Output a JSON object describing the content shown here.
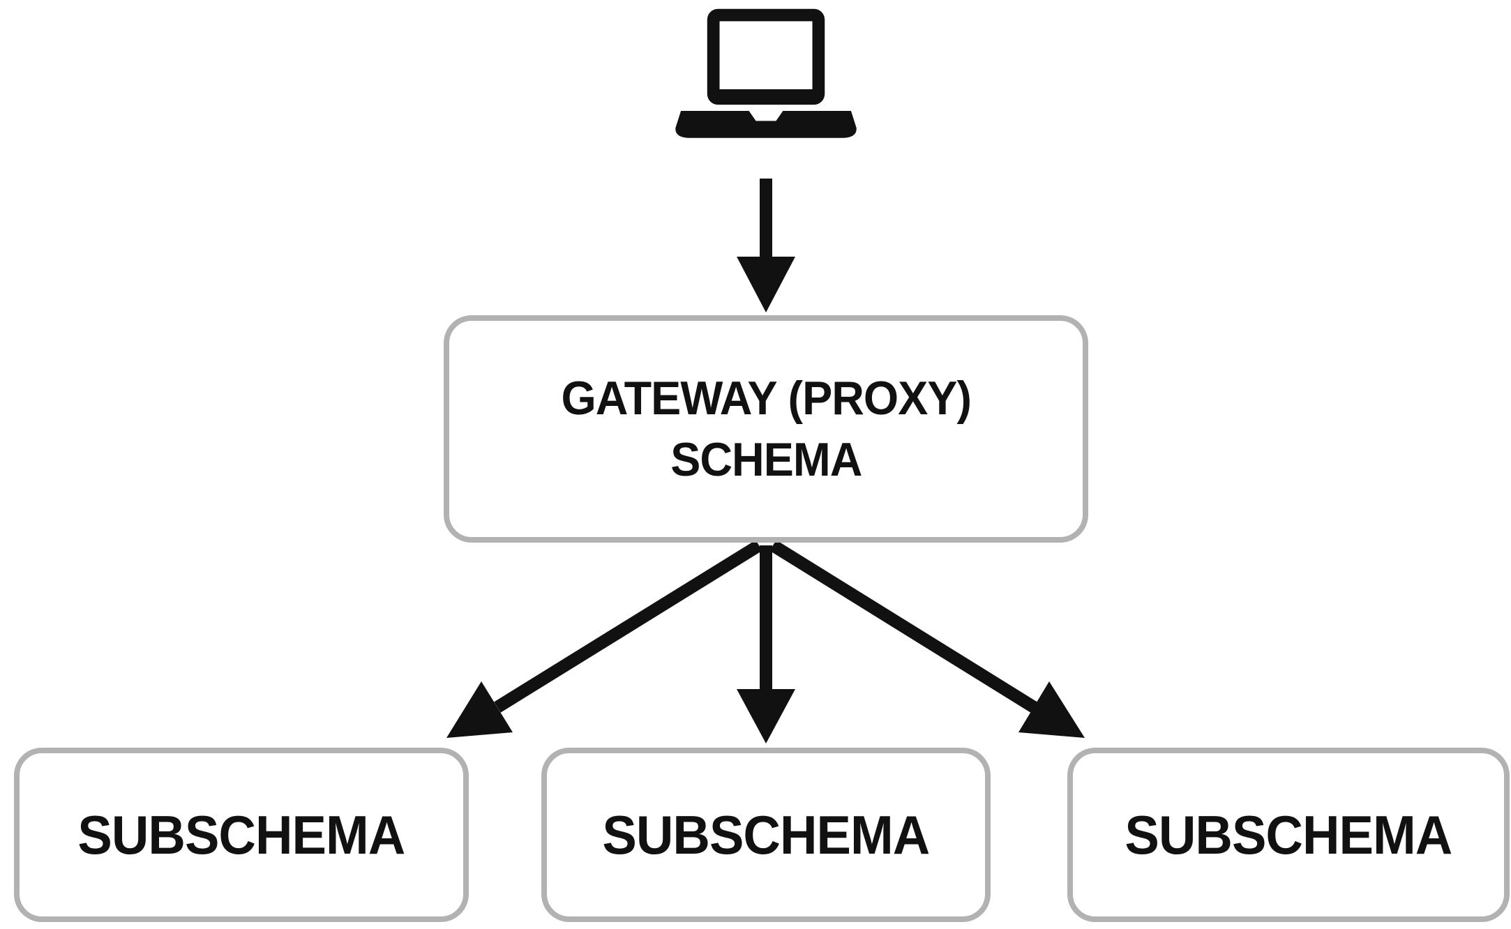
{
  "diagram": {
    "title": "Gateway proxy schema diagram",
    "client": {
      "icon": "laptop-icon"
    },
    "gateway": {
      "line1": "GATEWAY (PROXY)",
      "line2": "SCHEMA"
    },
    "subschemas": [
      {
        "label": "SUBSCHEMA"
      },
      {
        "label": "SUBSCHEMA"
      },
      {
        "label": "SUBSCHEMA"
      }
    ],
    "connections": [
      {
        "from": "client",
        "to": "gateway"
      },
      {
        "from": "gateway",
        "to": "subschema-1"
      },
      {
        "from": "gateway",
        "to": "subschema-2"
      },
      {
        "from": "gateway",
        "to": "subschema-3"
      }
    ],
    "colors": {
      "box_border": "#b2b2b2",
      "text": "#111111",
      "arrow": "#111111",
      "background": "#ffffff"
    }
  }
}
